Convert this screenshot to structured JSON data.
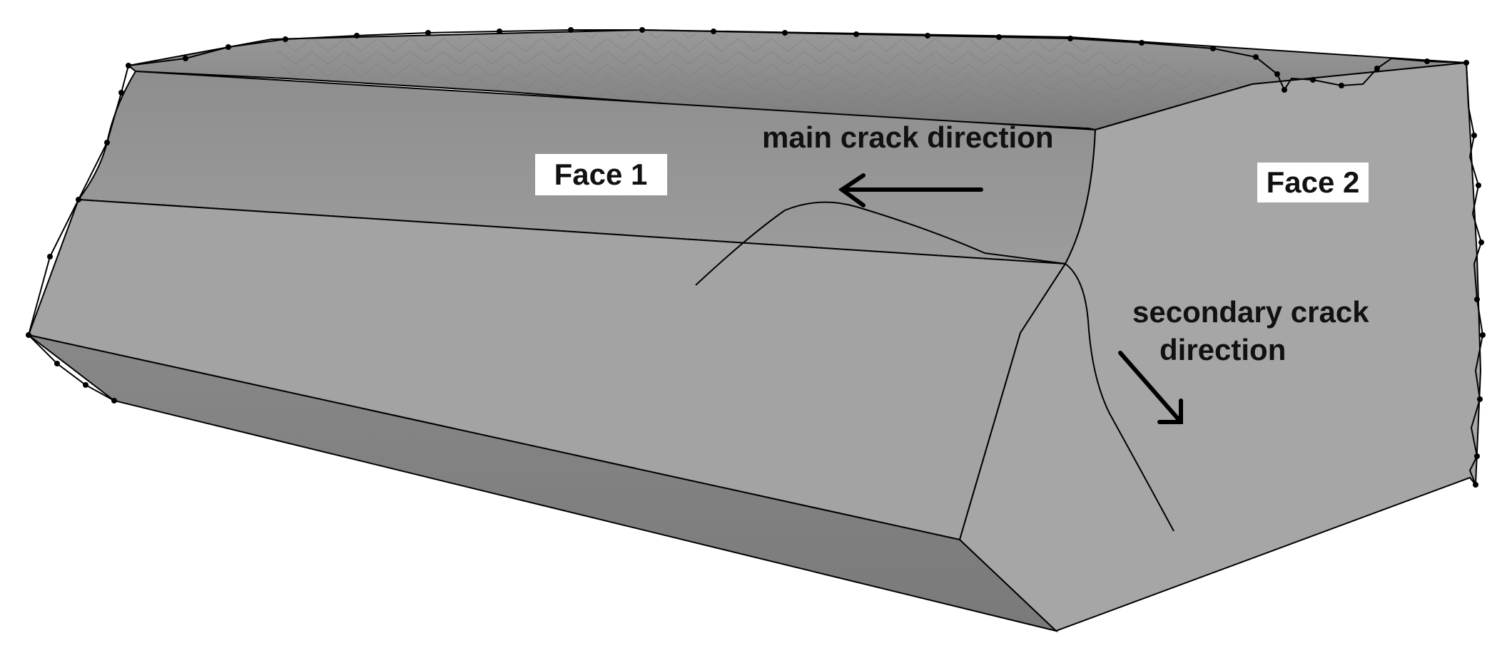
{
  "labels": {
    "face1": "Face 1",
    "face2": "Face 2",
    "main_crack": "main crack direction",
    "secondary_crack_line1": "secondary crack",
    "secondary_crack_line2": "direction"
  },
  "colors": {
    "background": "#ffffff",
    "face_top": "#8a8a8a",
    "face_front_upper": "#939393",
    "face_front_lower": "#a3a3a3",
    "face_bottom": "#818181",
    "face_side": "#a6a6a6",
    "edge": "#000000",
    "label_box": "#ffffff"
  },
  "icons": {
    "main_arrow": "arrow-left-icon",
    "secondary_arrow": "arrow-down-right-icon"
  }
}
